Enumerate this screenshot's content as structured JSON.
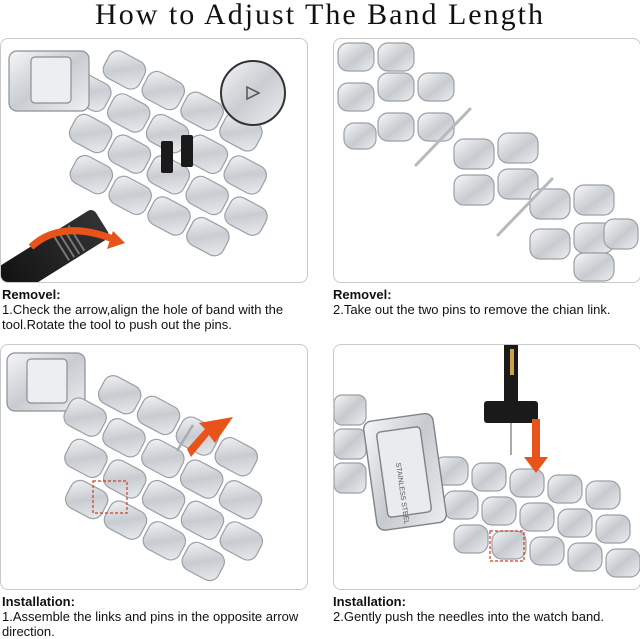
{
  "title": "How to Adjust The Band Length",
  "steps": [
    {
      "heading": "Removel:",
      "text": "1.Check the arrow,align the hole of band with the tool.Rotate the tool to push out the pins."
    },
    {
      "heading": "Removel:",
      "text": "2.Take out the two pins to remove the chian link."
    },
    {
      "heading": "Installation:",
      "text": "1.Assemble the links and pins in the opposite arrow direction."
    },
    {
      "heading": "Installation:",
      "text": "2.Gently push the needles into the watch band."
    }
  ],
  "clasp_engraving": "STAINLESS STEEL",
  "colors": {
    "accent": "#e8531a",
    "tool": "#1a1a1a",
    "metal": "#d9dcdf",
    "metal_edge": "#9aa0a6"
  }
}
